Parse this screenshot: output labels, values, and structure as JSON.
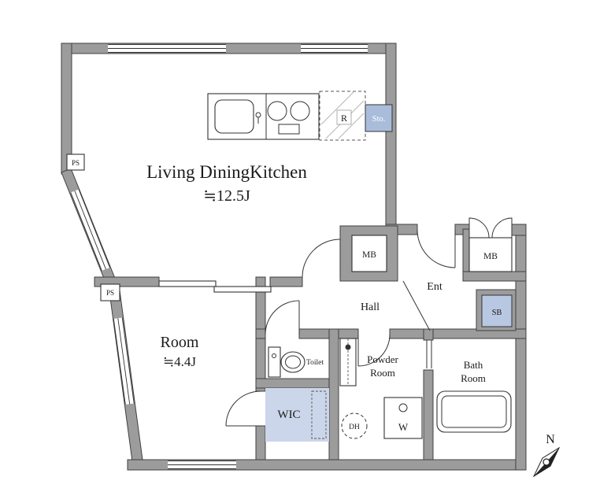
{
  "rooms": {
    "ldk": {
      "name": "Living DiningKitchen",
      "size": "≒12.5J"
    },
    "bedroom": {
      "name": "Room",
      "size": "≒4.4J"
    },
    "hall": {
      "name": "Hall"
    },
    "entrance": {
      "name": "Ent"
    },
    "toilet": {
      "name": "Toilet"
    },
    "powder": {
      "lines": [
        "Powder",
        "Room"
      ]
    },
    "bath": {
      "lines": [
        "Bath",
        "Room"
      ]
    },
    "wic": {
      "name": "WIC"
    }
  },
  "boxes": {
    "mb_hall": "MB",
    "mb_ent": "MB",
    "sb": "SB",
    "storage": "Sto.",
    "ps_upper": "PS",
    "ps_lower": "PS",
    "refrigerator": "R",
    "dh": "DH",
    "washer": "W"
  },
  "compass": {
    "north": "N"
  },
  "colors": {
    "wall": "#9c9c9c",
    "blue_light": "#ccd6ea",
    "blue_mid": "#b9c8e2",
    "blue_deep": "#a9bddb"
  }
}
